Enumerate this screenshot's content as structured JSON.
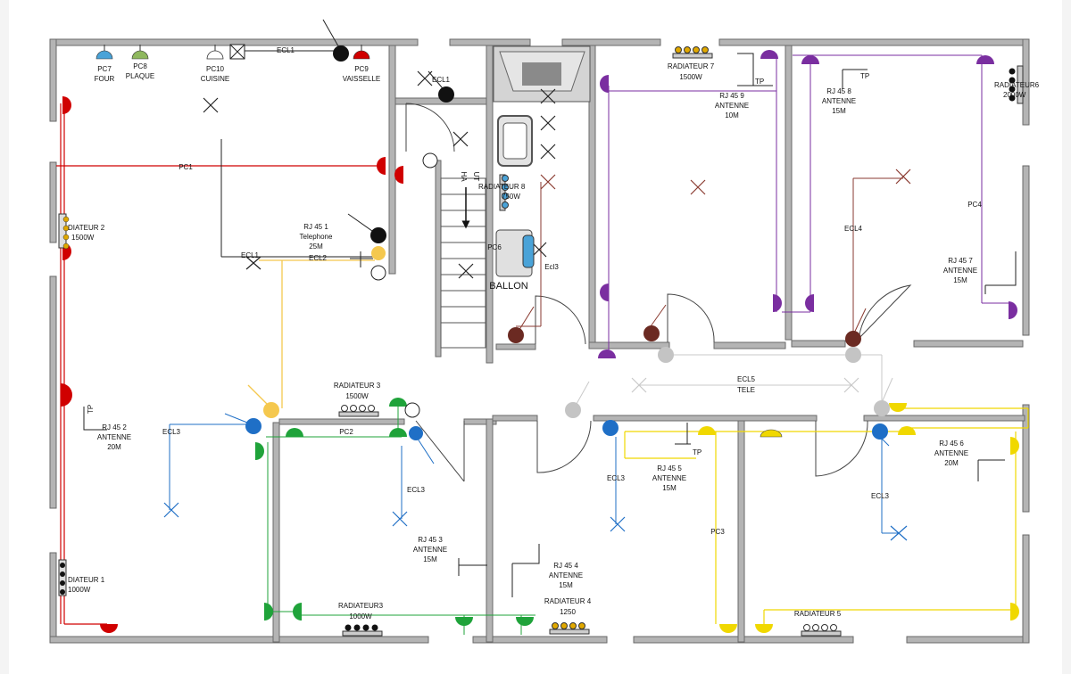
{
  "colors": {
    "red": "#d00000",
    "green": "#1fa33a",
    "blue": "#1f6fc6",
    "yellow": "#f0d800",
    "purple": "#7a2ea0",
    "black": "#111111",
    "grey": "#bdbdbd",
    "brown": "#6b2a22",
    "orange_wire": "#f5c84e",
    "wall": "#b4b4b4"
  },
  "sockets": {
    "pc7": [
      "PC7",
      "FOUR"
    ],
    "pc8": [
      "PC8",
      "PLAQUE"
    ],
    "pc10": [
      "PC10",
      "CUISINE"
    ],
    "pc9": [
      "PC9",
      "VAISSELLE"
    ],
    "pc6": "PC6"
  },
  "circuits": {
    "pc1": "PC1",
    "pc2": "PC2",
    "pc3": "PC3",
    "pc4": "PC4",
    "ecl1_top": "ECL1",
    "ecl1_hall": "ECL1",
    "ecl1_living": "ECL1",
    "ecl2": "ECL2",
    "ecl3_west": "ECL3",
    "ecl3_mid": "ECL3",
    "ecl3_south": "ECL3",
    "ecl3_east": "ECL3",
    "ecl3_vert": "Ecl3",
    "ecl4": "ECL4",
    "ecl5": [
      "ECL5",
      "TELE"
    ]
  },
  "radiators": {
    "r1": [
      "DIATEUR 1",
      "1000W"
    ],
    "r2": [
      "DIATEUR 2",
      "1500W"
    ],
    "r3": [
      "RADIATEUR 3",
      "1500W"
    ],
    "r3b": [
      "RADIATEUR3",
      "1000W"
    ],
    "r4": [
      "RADIATEUR 4",
      "1250"
    ],
    "r5": "RADIATEUR 5",
    "r7": [
      "RADIATEUR 7",
      "1500W"
    ],
    "r8": [
      "RADIATEUR 8",
      "750W"
    ],
    "r6": [
      "RADIATEUR6",
      "2000W"
    ]
  },
  "outlets": {
    "rj1": [
      "RJ 45 1",
      "Telephone",
      "25M"
    ],
    "rj2": [
      "RJ 45 2",
      "ANTENNE",
      "20M"
    ],
    "rj3": [
      "RJ 45 3",
      "ANTENNE",
      "15M"
    ],
    "rj4": [
      "RJ 45 4",
      "ANTENNE",
      "15M"
    ],
    "rj5": [
      "RJ 45 5",
      "ANTENNE",
      "15M"
    ],
    "rj6": [
      "RJ 45 6",
      "ANTENNE",
      "20M"
    ],
    "rj7": [
      "RJ 45 7",
      "ANTENNE",
      "15M"
    ],
    "rj8": [
      "RJ 45 8",
      "ANTENNE",
      "15M"
    ],
    "rj9": [
      "RJ 45 9",
      "ANTENNE",
      "10M"
    ]
  },
  "stairs": [
    "HA",
    "UT"
  ],
  "ballon": "BALLON",
  "tp": "TP"
}
